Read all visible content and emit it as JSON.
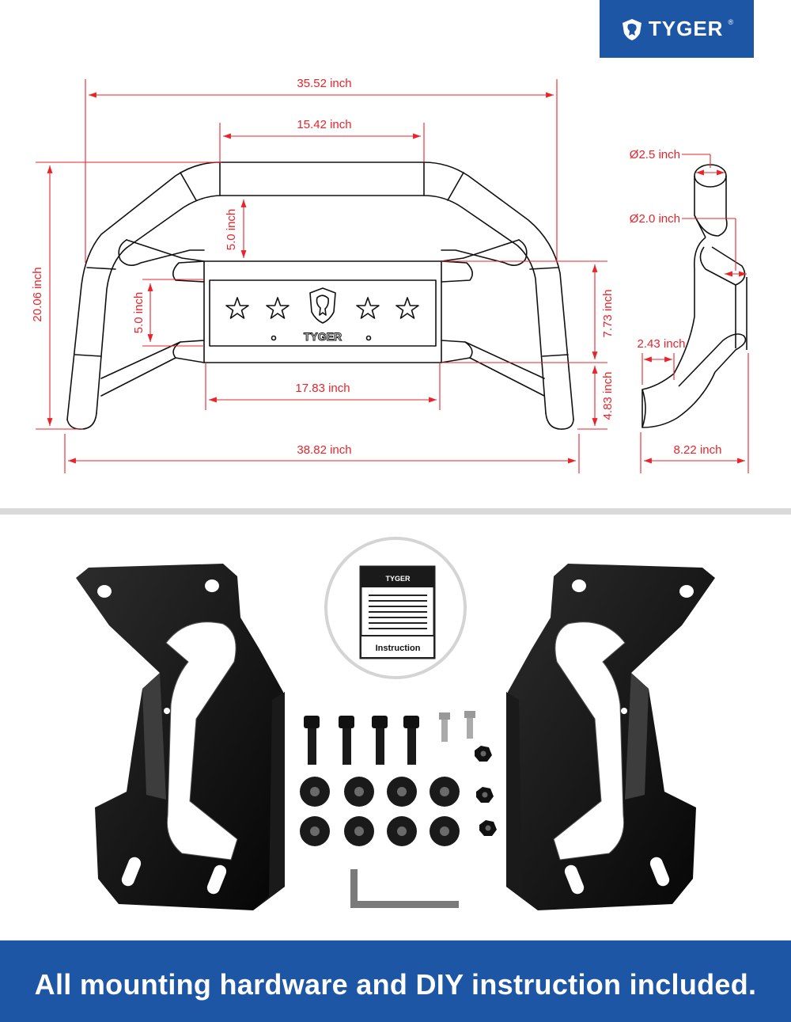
{
  "brand": {
    "name": "TYGER",
    "reg_mark": "®"
  },
  "colors": {
    "brand_blue": "#1e56a6",
    "dimension_red": "#e8232a"
  },
  "front_view": {
    "plate_brand": "TYGER",
    "dims": {
      "top_outer_width": "35.52 inch",
      "top_bar_width": "15.42 inch",
      "upper_gap": "5.0 inch",
      "lower_gap": "5.0 inch",
      "overall_height": "20.06 inch",
      "plate_height": "7.73 inch",
      "bottom_height": "4.83 inch",
      "plate_width": "17.83 inch",
      "overall_width": "38.82 inch"
    }
  },
  "side_view": {
    "dims": {
      "upper_tube": "Ø2.5 inch",
      "lower_tube": "Ø2.0 inch",
      "offset": "2.43 inch",
      "depth": "8.22 inch"
    }
  },
  "instruction_card": {
    "brand": "TYGER",
    "title": "Instruction"
  },
  "banner": {
    "text": "All mounting hardware and DIY instruction included."
  }
}
